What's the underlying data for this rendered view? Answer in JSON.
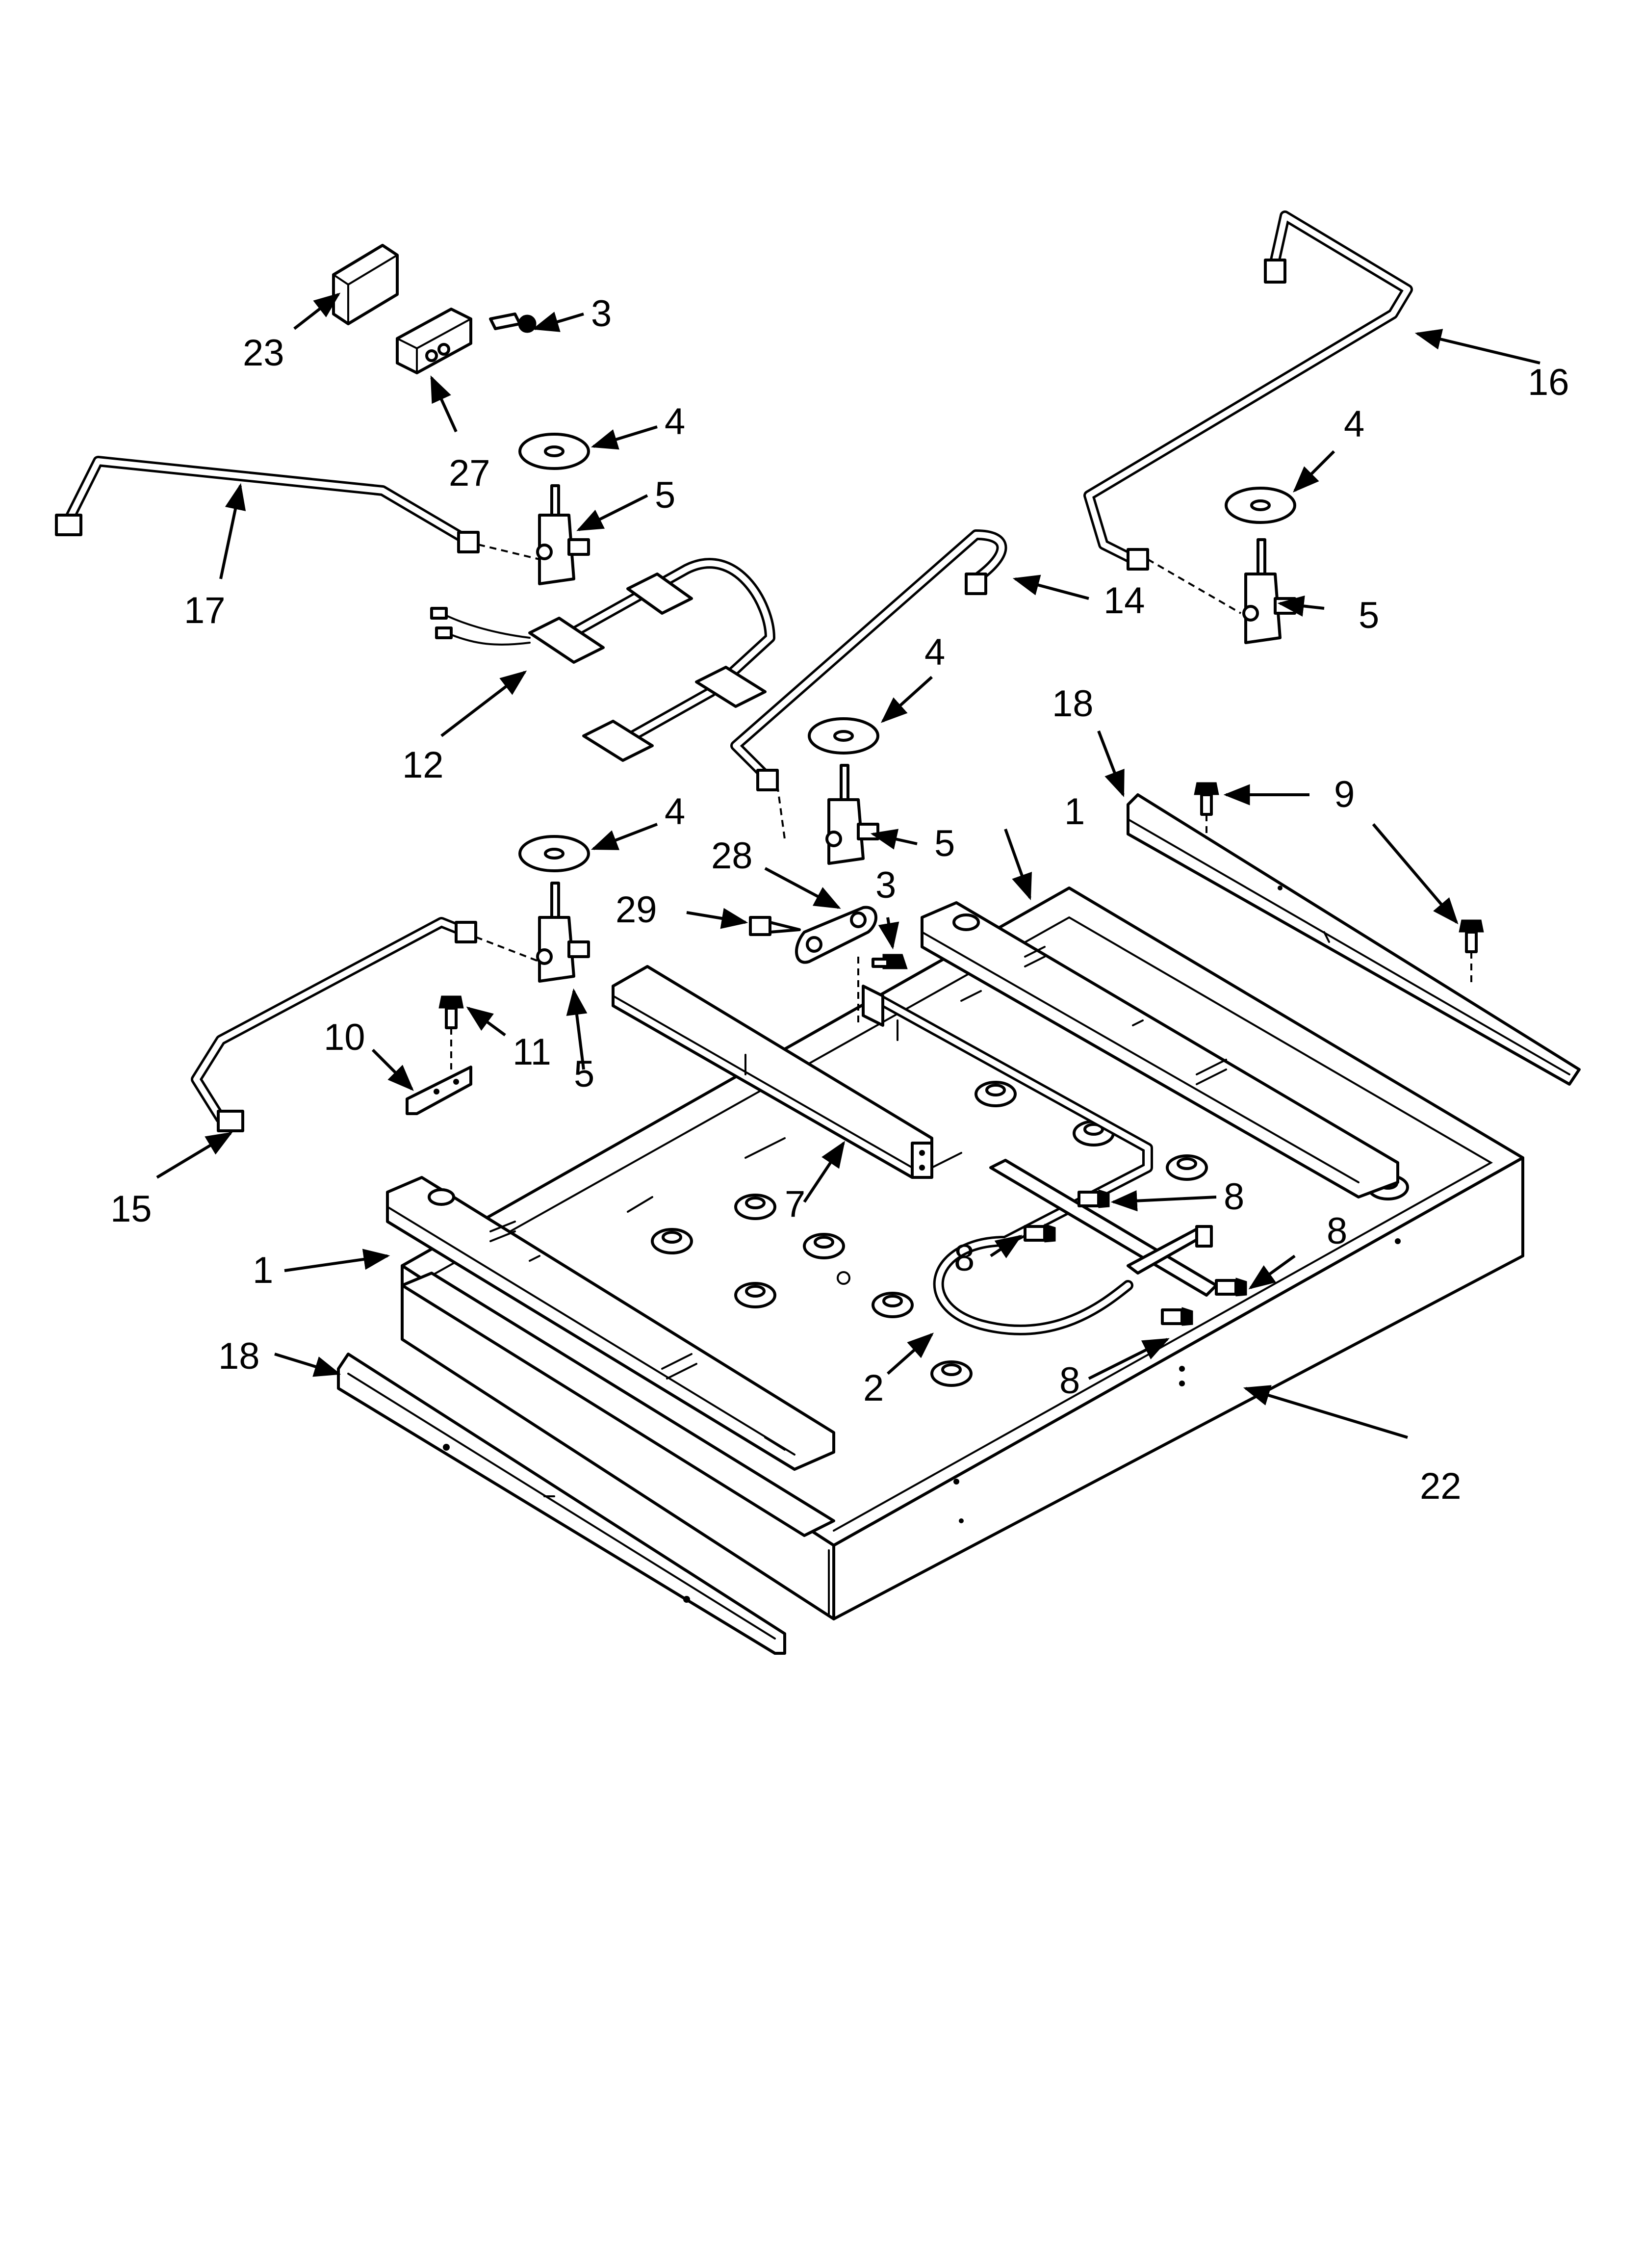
{
  "diagram": {
    "callouts": [
      {
        "id": "c1a",
        "text": "1"
      },
      {
        "id": "c1b",
        "text": "1"
      },
      {
        "id": "c2",
        "text": "2"
      },
      {
        "id": "c3a",
        "text": "3"
      },
      {
        "id": "c3b",
        "text": "3"
      },
      {
        "id": "c4a",
        "text": "4"
      },
      {
        "id": "c4b",
        "text": "4"
      },
      {
        "id": "c4c",
        "text": "4"
      },
      {
        "id": "c4d",
        "text": "4"
      },
      {
        "id": "c5a",
        "text": "5"
      },
      {
        "id": "c5b",
        "text": "5"
      },
      {
        "id": "c5c",
        "text": "5"
      },
      {
        "id": "c5d",
        "text": "5"
      },
      {
        "id": "c7",
        "text": "7"
      },
      {
        "id": "c8a",
        "text": "8"
      },
      {
        "id": "c8b",
        "text": "8"
      },
      {
        "id": "c8c",
        "text": "8"
      },
      {
        "id": "c8d",
        "text": "8"
      },
      {
        "id": "c9",
        "text": "9"
      },
      {
        "id": "c10",
        "text": "10"
      },
      {
        "id": "c11",
        "text": "11"
      },
      {
        "id": "c12",
        "text": "12"
      },
      {
        "id": "c14",
        "text": "14"
      },
      {
        "id": "c15",
        "text": "15"
      },
      {
        "id": "c16",
        "text": "16"
      },
      {
        "id": "c17",
        "text": "17"
      },
      {
        "id": "c18a",
        "text": "18"
      },
      {
        "id": "c18b",
        "text": "18"
      },
      {
        "id": "c22",
        "text": "22"
      },
      {
        "id": "c23",
        "text": "23"
      },
      {
        "id": "c27",
        "text": "27"
      },
      {
        "id": "c28",
        "text": "28"
      },
      {
        "id": "c29",
        "text": "29"
      }
    ]
  }
}
